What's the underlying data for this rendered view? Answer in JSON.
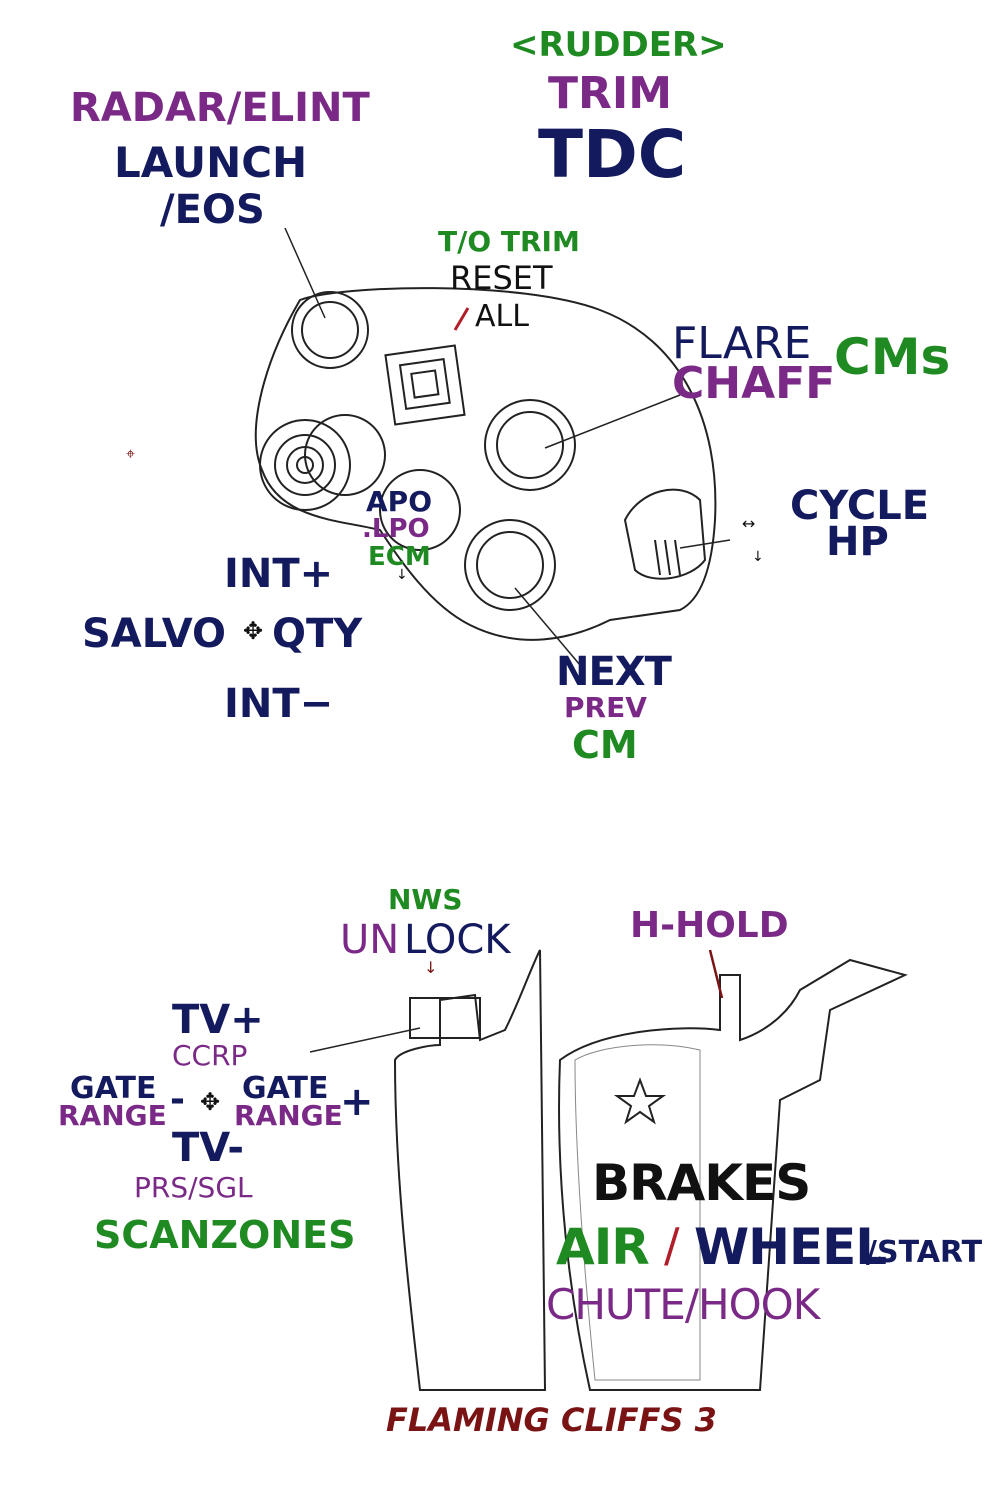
{
  "colors": {
    "navy": "#141a5e",
    "purple": "#7a2a86",
    "green": "#1f8a22",
    "black": "#111111",
    "darkred": "#7a1414"
  },
  "upper": {
    "rudder": "<RUDDER>",
    "trim": "TRIM",
    "tdc": "TDC",
    "radar_elint": "RADAR/ELINT",
    "launch": "LAUNCH",
    "eos": "/EOS",
    "to_trim": "T/O TRIM",
    "reset": "RESET",
    "all": "ALL",
    "flare": "FLARE",
    "chaff": "CHAFF",
    "cms": "CMs",
    "cycle": "CYCLE",
    "hp": "HP",
    "apo": "APO",
    "lpo": ".LPO",
    "ecm": "ECM",
    "int_plus": "INT+",
    "salvo": "SALVO",
    "qty": "QTY",
    "int_minus": "INT−",
    "next": "NEXT",
    "prev": "PREV",
    "cm": "CM"
  },
  "lower": {
    "nws": "NWS",
    "un": "UN",
    "lock": "LOCK",
    "h_hold": "H-HOLD",
    "tv_plus": "TV+",
    "ccrp": "CCRP",
    "gate_left": "GATE",
    "range_left": "RANGE",
    "minus": "-",
    "gate_right": "GATE",
    "range_right": "RANGE",
    "plus": "+",
    "tv_minus": "TV-",
    "prs_sgl": "PRS/SGL",
    "scanzones": "SCANZONES",
    "brakes": "BRAKES",
    "air": "AIR",
    "slash": "/",
    "wheel": "WHEEL",
    "start": "/START",
    "chute_hook": "CHUTE/HOOK"
  },
  "footer": {
    "title": "FLAMING CLIFFS 3"
  }
}
